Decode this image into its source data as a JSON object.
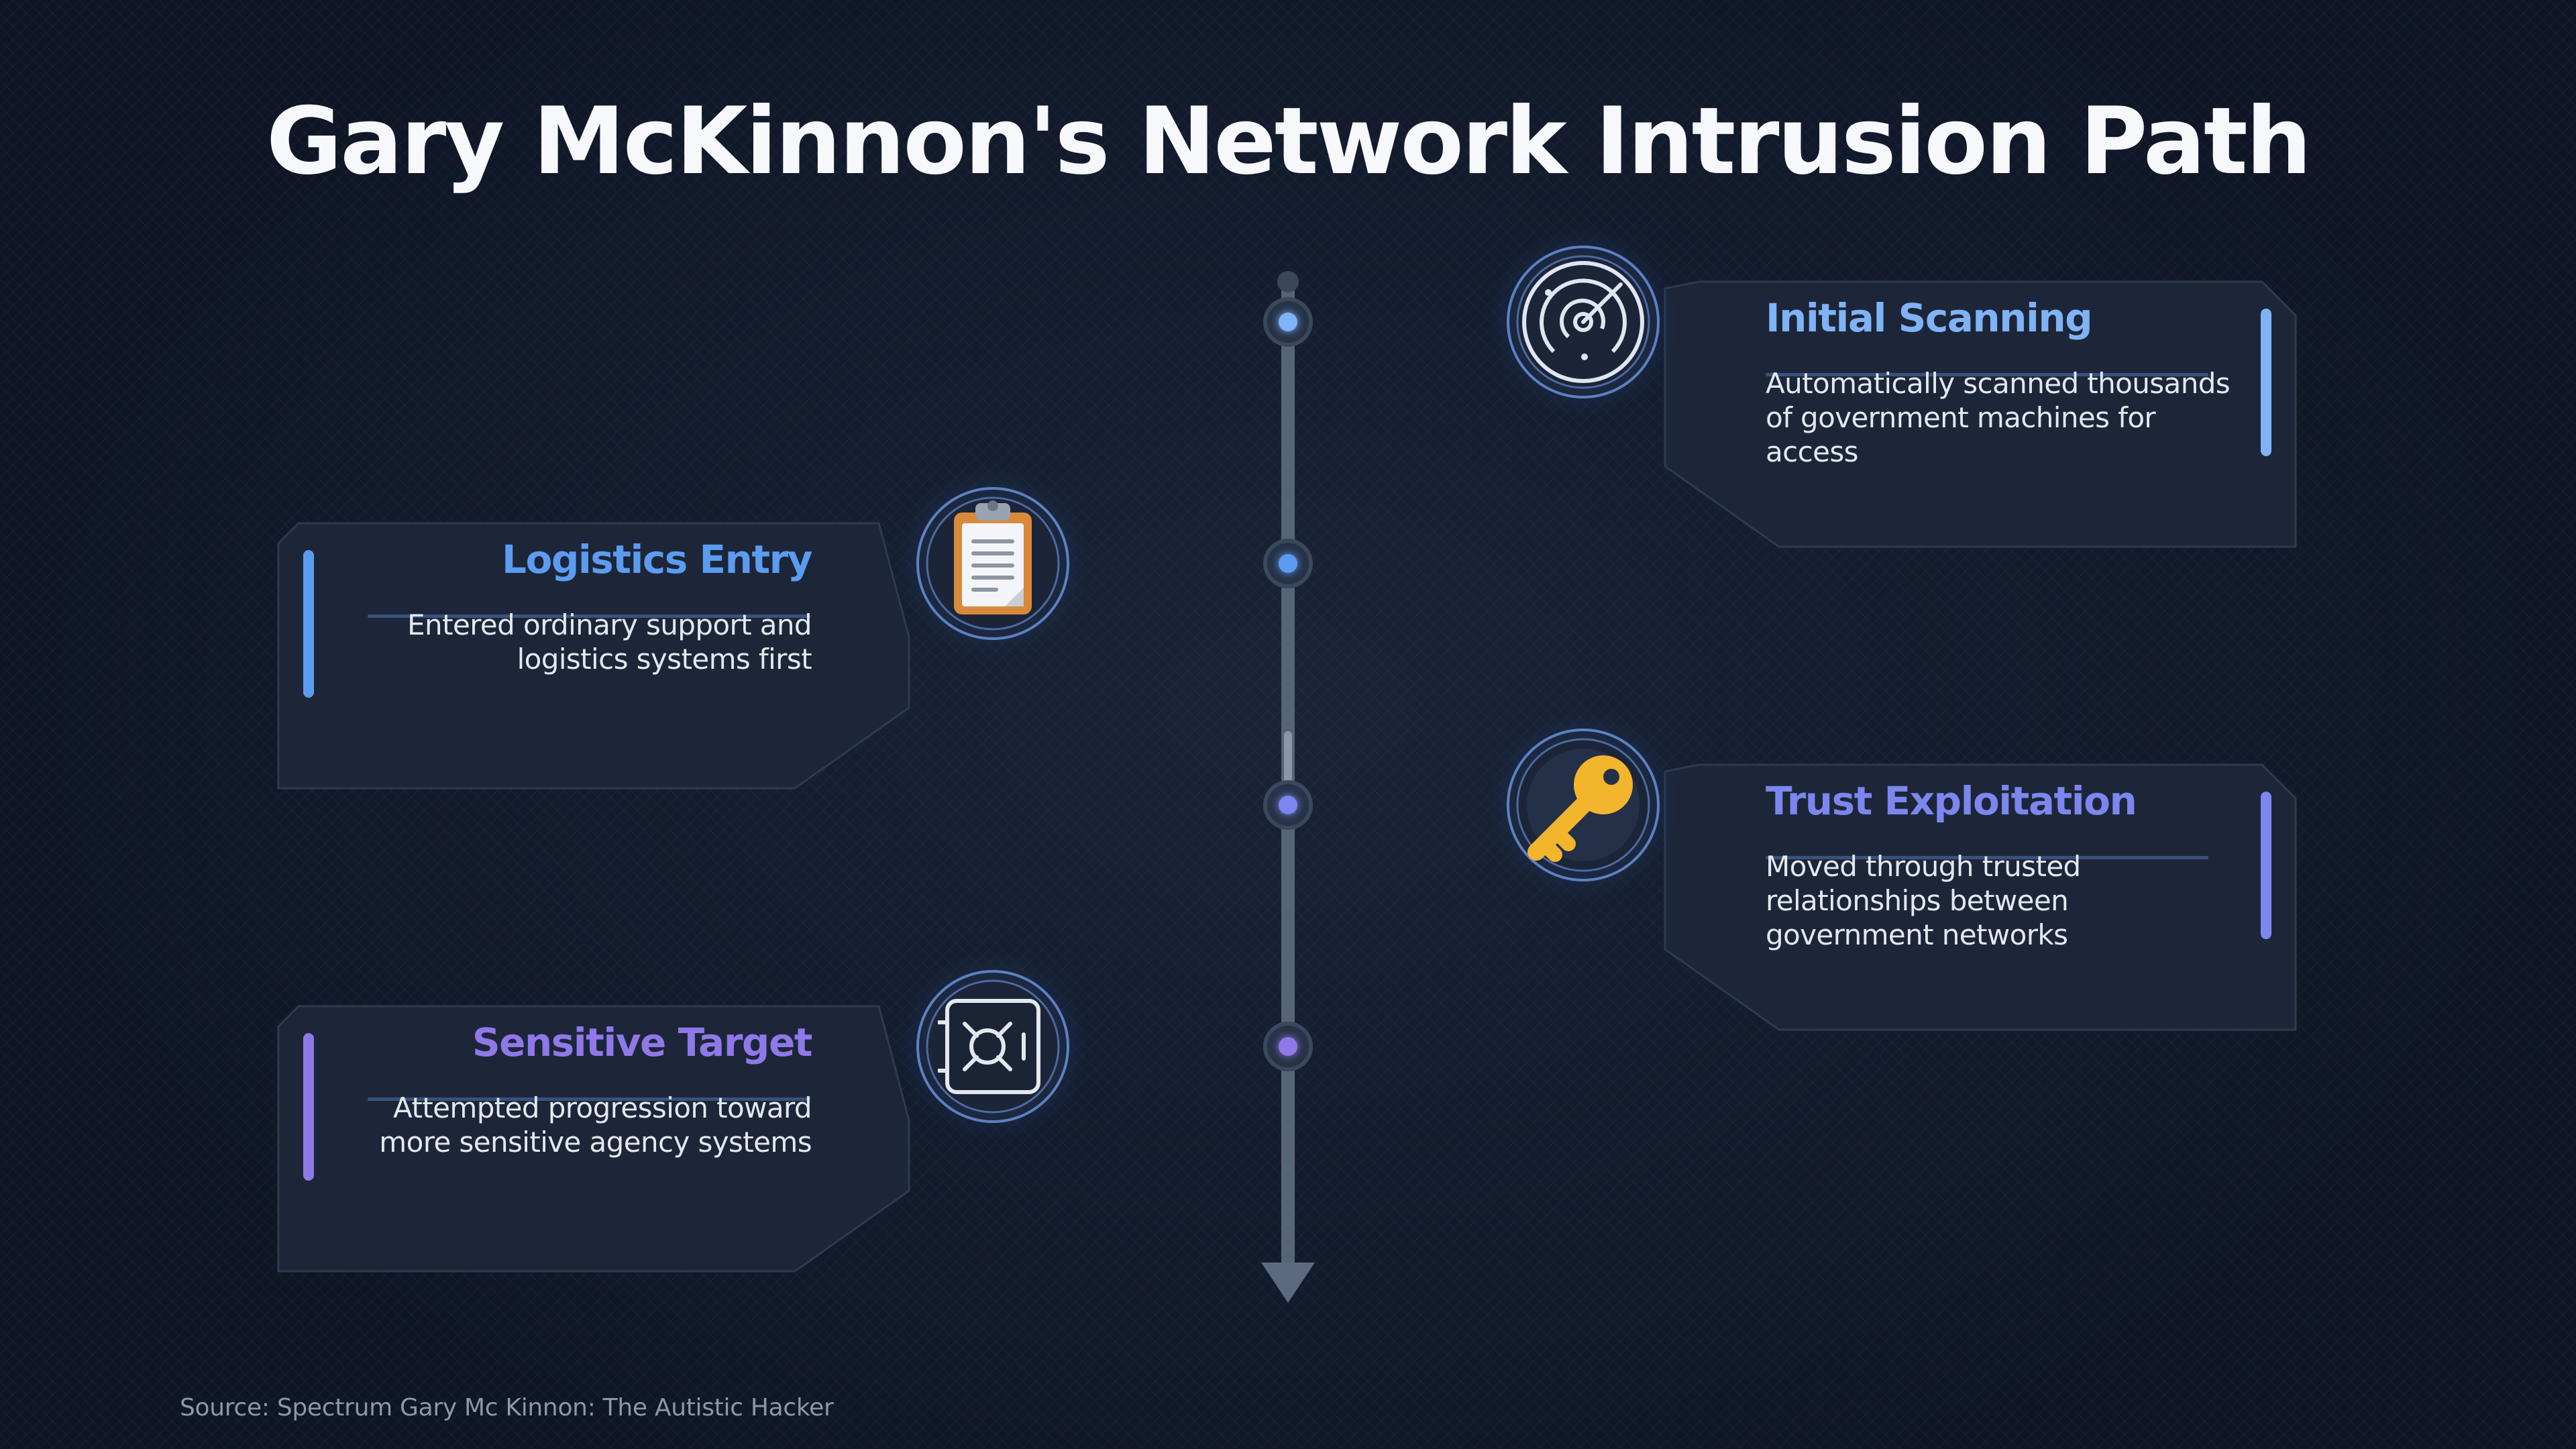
{
  "title": "Gary McKinnon's Network Intrusion Path",
  "source": "Source: Spectrum Gary Mc Kinnon: The Autistic Hacker",
  "steps": [
    {
      "heading": "Initial Scanning",
      "desc_lines": [
        "Automatically scanned thousands",
        "of government machines for access"
      ],
      "side": "right",
      "icon": "radar-icon",
      "color": "#7fb3f5"
    },
    {
      "heading": "Logistics Entry",
      "desc_lines": [
        "Entered ordinary support and",
        "logistics systems first"
      ],
      "side": "left",
      "icon": "clipboard-icon",
      "color": "#5b9cf0"
    },
    {
      "heading": "Trust Exploitation",
      "desc_lines": [
        "Moved through trusted",
        "relationships between",
        "government networks"
      ],
      "side": "right",
      "icon": "key-icon",
      "color": "#7c86ee"
    },
    {
      "heading": "Sensitive Target",
      "desc_lines": [
        "Attempted progression toward",
        "more sensitive agency systems"
      ],
      "side": "left",
      "icon": "safe-icon",
      "color": "#8f78e8"
    }
  ]
}
